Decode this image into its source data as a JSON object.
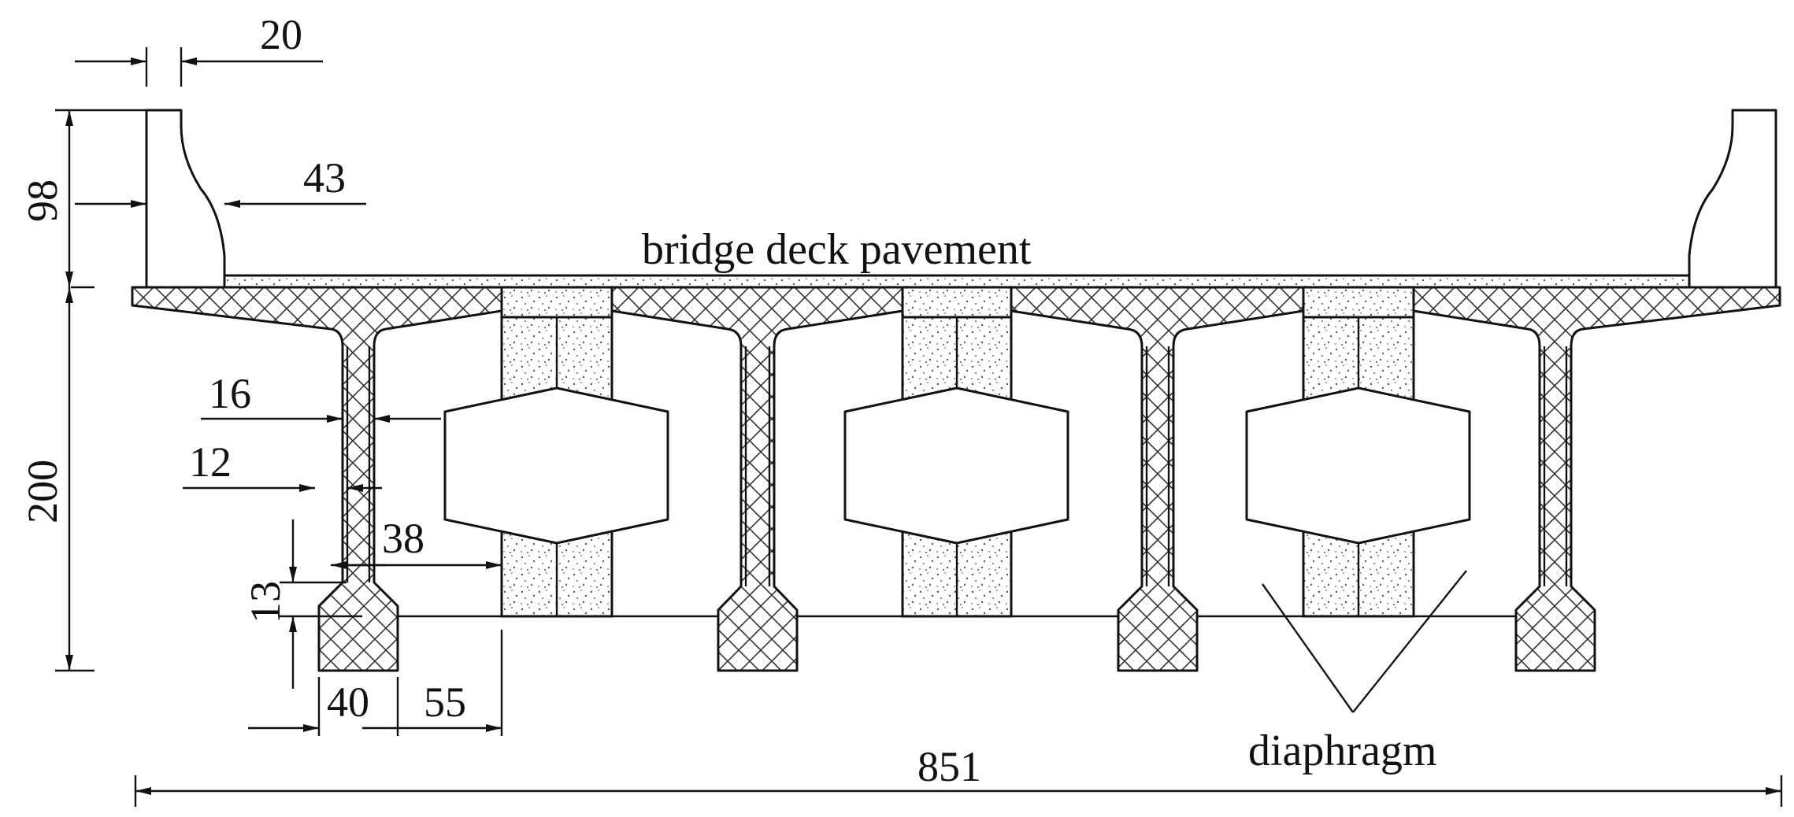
{
  "labels": {
    "pavement": "bridge deck pavement",
    "diaphragm": "diaphragm"
  },
  "dimensions": {
    "d20": "20",
    "d43": "43",
    "d98": "98",
    "d200": "200",
    "d16": "16",
    "d12": "12",
    "d38": "38",
    "d13": "13",
    "d40": "40",
    "d55": "55",
    "d851": "851"
  },
  "colors": {
    "line": "#111111",
    "background": "#ffffff"
  }
}
